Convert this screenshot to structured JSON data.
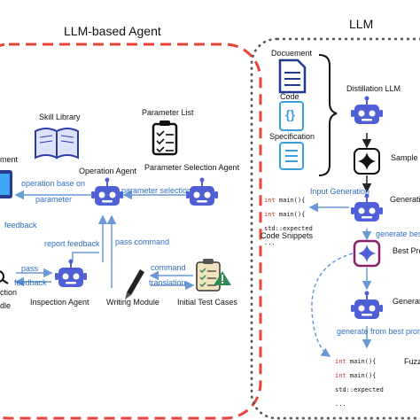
{
  "left_panel": {
    "title": "LLM-based Agent",
    "labels": {
      "skill_library": "Skill Library",
      "parameter_list": "Parameter List",
      "operation_agent": "Operation Agent",
      "parameter_selection_agent": "Parameter Selection Agent",
      "operation_base_on": "operation base on",
      "parameter": "parameter",
      "parameter_selection": "parameter selection",
      "feedback": "feedback",
      "report_feedback": "report feedback",
      "pass_command": "pass command",
      "pass": "pass",
      "feedback2": "feedback",
      "command": "command",
      "translation": "translation",
      "inspection_agent": "Inspection Agent",
      "writing_module": "Writing Module",
      "initial_test_cases": "Initial Test Cases",
      "cut_top": "ment",
      "cut_mid": "ction",
      "cut_bottom": "dle"
    }
  },
  "right_panel": {
    "title": "LLM",
    "labels": {
      "document": "Docuement",
      "code": "Code",
      "specification": "Specification",
      "distillation_llm": "Distillation LLM",
      "sample": "Sample P",
      "input_generation": "Input Generation",
      "generation_1": "Generatio",
      "generate_best": "generate bes",
      "best_prompt": "Best Pre",
      "generation_2": "Generatio",
      "generate_from_best": "generate from best prom",
      "fuzz": "Fuzz",
      "code_snippets": "Code Snippets"
    },
    "code_block_1": {
      "line1_kw": "int",
      "line1": " main(){",
      "line2_kw": "int",
      "line2": " main(){",
      "line3": "std::expected",
      "line4": "..."
    },
    "code_block_2": {
      "line1_kw": "int",
      "line1": " main(){",
      "line2_kw": "int",
      "line2": " main(){",
      "line3": "std::expected",
      "line4": "..."
    }
  },
  "colors": {
    "left_border": "#e8443a",
    "right_border": "#555555",
    "arrow": "#6a9ad6",
    "robot": "#4f5fd6"
  }
}
